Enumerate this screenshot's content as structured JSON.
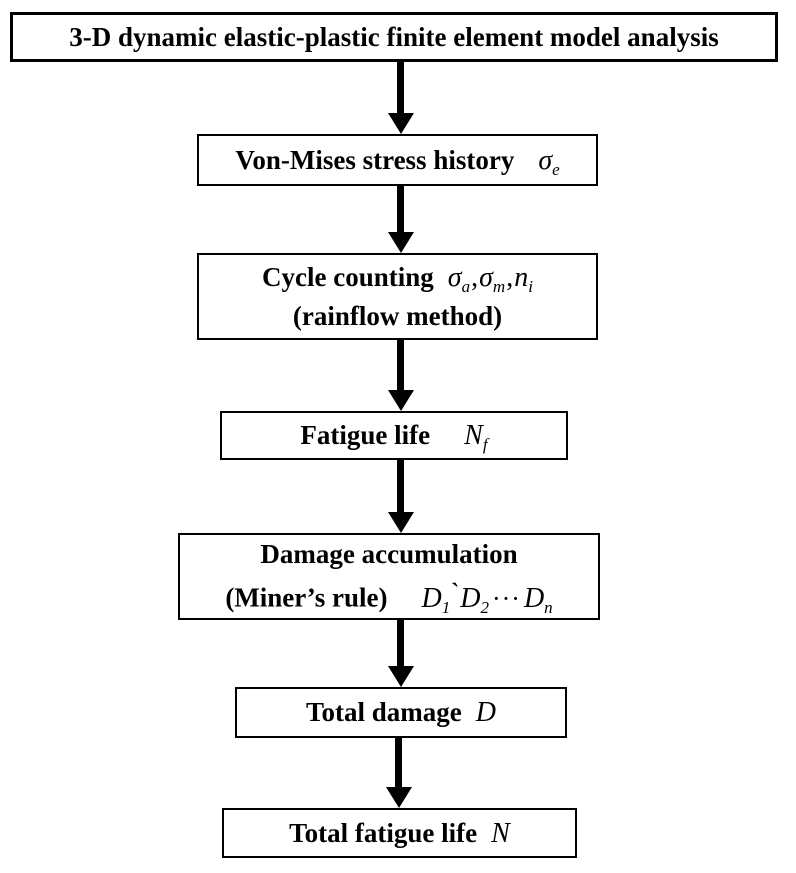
{
  "diagram": {
    "background_color": "#ffffff",
    "line_color": "#000000",
    "nodes": {
      "fem": {
        "label": "3-D dynamic elastic-plastic finite element model analysis"
      },
      "von_mises": {
        "label": "Von-Mises stress history",
        "symbol": "σ",
        "symbol_sub": "e"
      },
      "cycle_counting": {
        "label": "Cycle counting",
        "symbols": [
          {
            "base": "σ",
            "sub": "a",
            "sep": ","
          },
          {
            "base": "σ",
            "sub": "m",
            "sep": ","
          },
          {
            "base": "n",
            "sub": "i",
            "sep": ""
          }
        ],
        "sub_label": "(rainflow method)"
      },
      "fatigue_life": {
        "label": "Fatigue life",
        "symbol": "N",
        "symbol_sub": "f"
      },
      "damage_accumulation": {
        "label": "Damage accumulation",
        "sub_label": "(Miner’s rule)",
        "symbols": [
          {
            "base": "D",
            "sub": "1",
            "sep": "`"
          },
          {
            "base": "D",
            "sub": "2",
            "sep": "···"
          },
          {
            "base": "D",
            "sub": "n",
            "sep": ""
          }
        ]
      },
      "total_damage": {
        "label": "Total damage",
        "symbol": "D"
      },
      "total_fatigue_life": {
        "label": "Total fatigue life",
        "symbol": "N"
      }
    }
  }
}
